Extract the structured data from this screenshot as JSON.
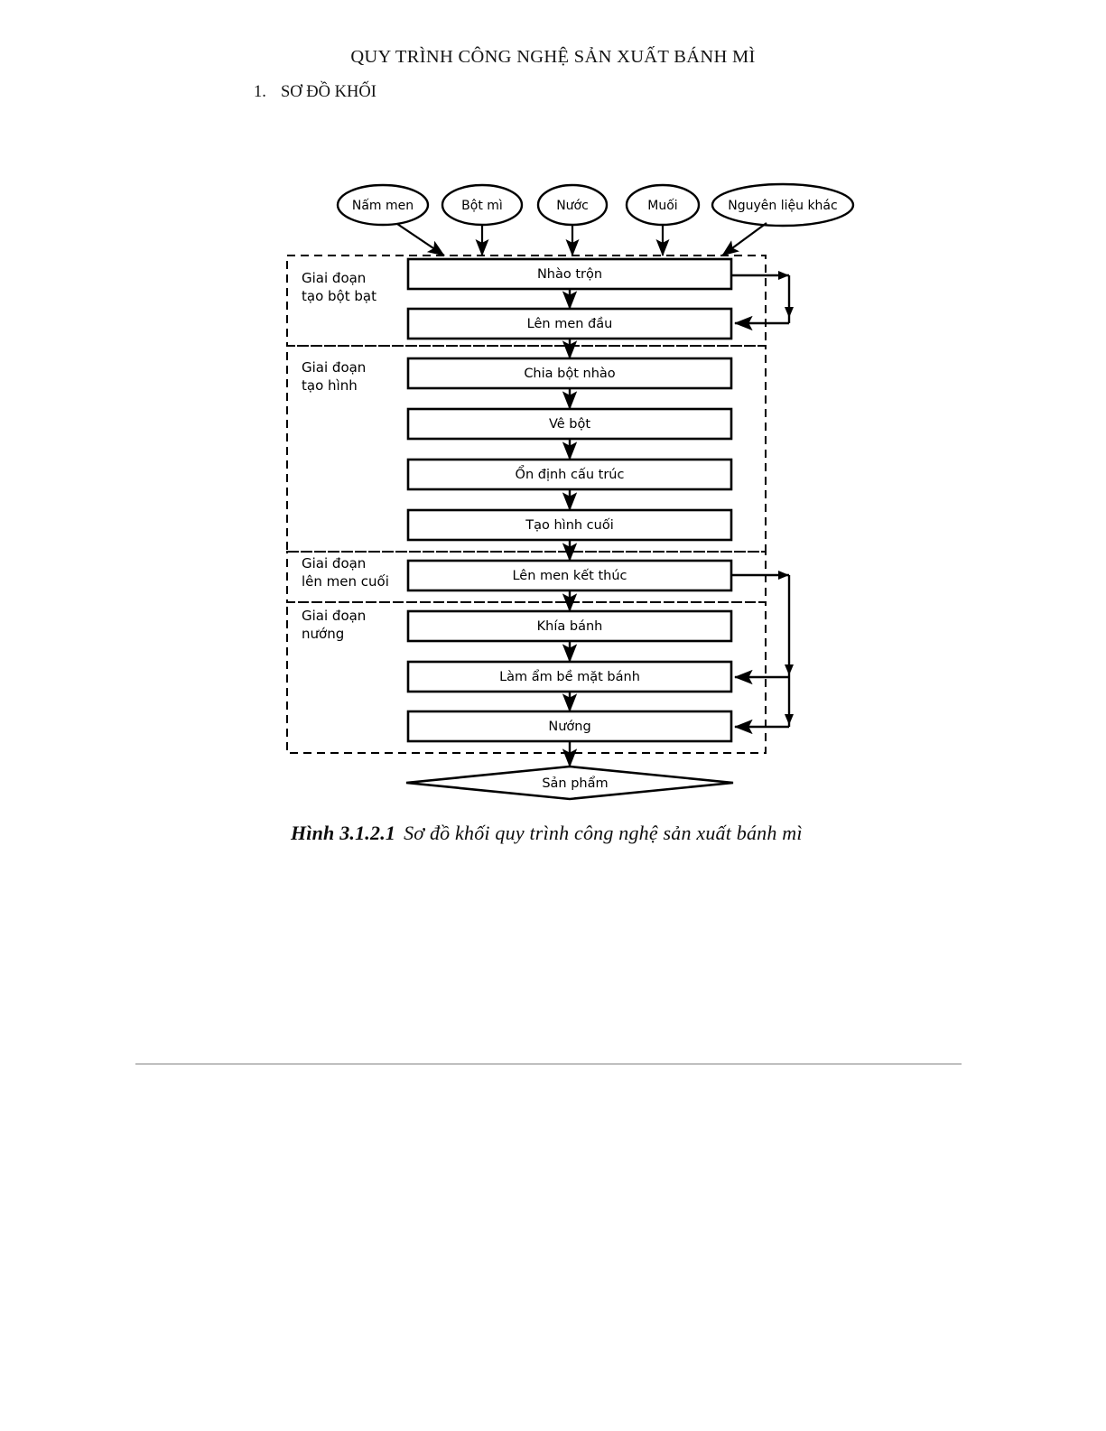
{
  "document": {
    "title": "QUY TRÌNH CÔNG NGHỆ SẢN XUẤT BÁNH MÌ",
    "section_number": "1.",
    "section_title": "SƠ ĐỒ KHỐI"
  },
  "figure": {
    "caption_number": "Hình 3.1.2.1",
    "caption_text": "Sơ đồ khối quy trình công nghệ sản xuất bánh mì"
  },
  "chart_data": {
    "type": "diagram",
    "diagram_kind": "block-flowchart",
    "title": "Sơ đồ khối quy trình công nghệ sản xuất bánh mì",
    "inputs": [
      {
        "id": "in1",
        "label": "Nấm men",
        "shape": "ellipse"
      },
      {
        "id": "in2",
        "label": "Bột mì",
        "shape": "ellipse"
      },
      {
        "id": "in3",
        "label": "Nước",
        "shape": "ellipse"
      },
      {
        "id": "in4",
        "label": "Muối",
        "shape": "ellipse"
      },
      {
        "id": "in5",
        "label": "Nguyên liệu khác",
        "shape": "ellipse"
      }
    ],
    "stages": [
      {
        "id": "s1",
        "label_line1": "Giai đoạn",
        "label_line2": "tạo bột bạt"
      },
      {
        "id": "s2",
        "label_line1": "Giai đoạn",
        "label_line2": "tạo hình"
      },
      {
        "id": "s3",
        "label_line1": "Giai đoạn",
        "label_line2": "lên men cuối"
      },
      {
        "id": "s4",
        "label_line1": "Giai đoạn",
        "label_line2": "nướng"
      }
    ],
    "steps": [
      {
        "id": "p1",
        "label": "Nhào trộn",
        "stage": "s1",
        "shape": "rect"
      },
      {
        "id": "p2",
        "label": "Lên men đầu",
        "stage": "s1",
        "shape": "rect"
      },
      {
        "id": "p3",
        "label": "Chia bột nhào",
        "stage": "s2",
        "shape": "rect"
      },
      {
        "id": "p4",
        "label": "Vê bột",
        "stage": "s2",
        "shape": "rect"
      },
      {
        "id": "p5",
        "label": "Ổn định cấu trúc",
        "stage": "s2",
        "shape": "rect"
      },
      {
        "id": "p6",
        "label": "Tạo hình cuối",
        "stage": "s2",
        "shape": "rect"
      },
      {
        "id": "p7",
        "label": "Lên men kết thúc",
        "stage": "s3",
        "shape": "rect"
      },
      {
        "id": "p8",
        "label": "Khía bánh",
        "stage": "s4",
        "shape": "rect"
      },
      {
        "id": "p9",
        "label": "Làm ẩm bề mặt bánh",
        "stage": "s4",
        "shape": "rect"
      },
      {
        "id": "p10",
        "label": "Nướng",
        "stage": "s4",
        "shape": "rect"
      }
    ],
    "output": {
      "id": "out1",
      "label": "Sản phẩm",
      "shape": "diamond"
    },
    "edges": [
      {
        "from": "in1",
        "to": "p1",
        "kind": "input"
      },
      {
        "from": "in2",
        "to": "p1",
        "kind": "input"
      },
      {
        "from": "in3",
        "to": "p1",
        "kind": "input"
      },
      {
        "from": "in4",
        "to": "p1",
        "kind": "input"
      },
      {
        "from": "in5",
        "to": "p1",
        "kind": "input"
      },
      {
        "from": "p1",
        "to": "p2",
        "kind": "sequence"
      },
      {
        "from": "p2",
        "to": "p3",
        "kind": "sequence"
      },
      {
        "from": "p3",
        "to": "p4",
        "kind": "sequence"
      },
      {
        "from": "p4",
        "to": "p5",
        "kind": "sequence"
      },
      {
        "from": "p5",
        "to": "p6",
        "kind": "sequence"
      },
      {
        "from": "p6",
        "to": "p7",
        "kind": "sequence"
      },
      {
        "from": "p7",
        "to": "p8",
        "kind": "sequence"
      },
      {
        "from": "p8",
        "to": "p9",
        "kind": "sequence"
      },
      {
        "from": "p9",
        "to": "p10",
        "kind": "sequence"
      },
      {
        "from": "p10",
        "to": "out1",
        "kind": "sequence"
      },
      {
        "from": "p1",
        "to": "p2",
        "kind": "feedback-right"
      },
      {
        "from": "p7",
        "to": "p9",
        "kind": "feedback-right"
      },
      {
        "from": "p7",
        "to": "p10",
        "kind": "feedback-right"
      }
    ],
    "colors": {
      "stroke": "#000000",
      "fill": "#ffffff",
      "rule": "#808080"
    }
  }
}
